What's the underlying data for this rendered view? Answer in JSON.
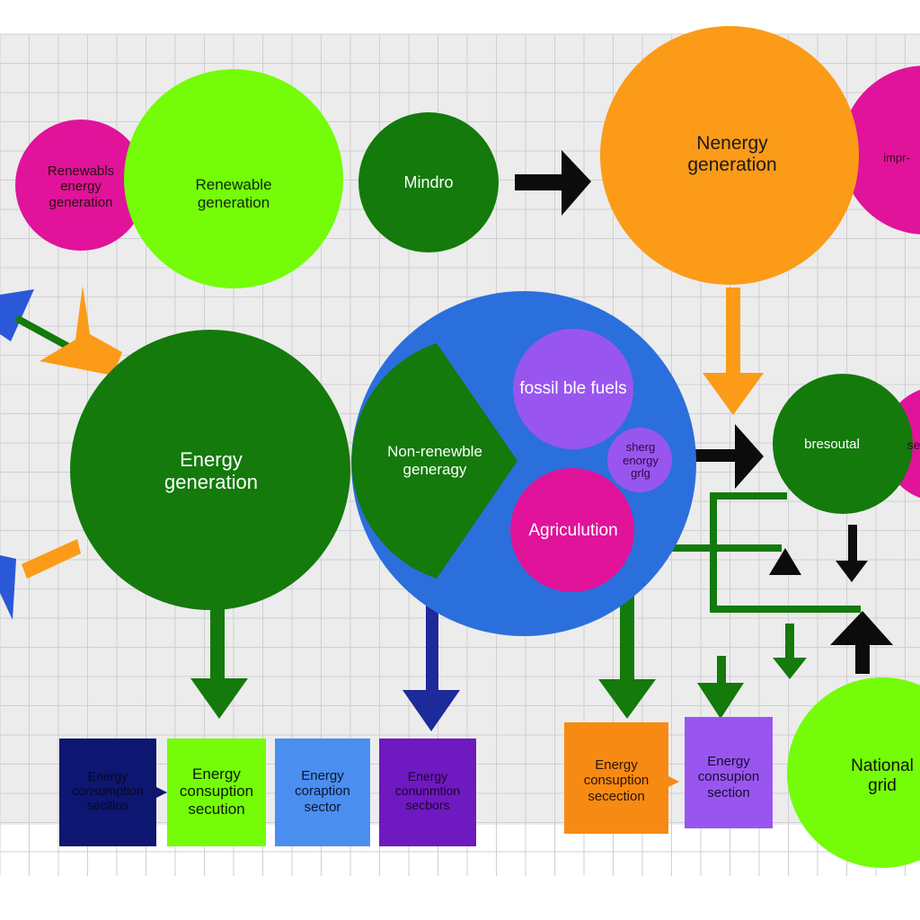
{
  "colors": {
    "magenta": "#e0139a",
    "lime": "#74fc09",
    "dark_green": "#137a0b",
    "orange": "#fb9b17",
    "blue": "#2b6fdc",
    "purple": "#9956ef",
    "navy": "#0d1670",
    "violet": "#6f19c0",
    "light_blue": "#4a8ef0",
    "dark_orange": "#f78a12",
    "grid_bg": "#ececec",
    "grid_line": "#cfcfd4"
  },
  "nodes": {
    "renewable_energy_generation": "Renewabls\nenergy\ngeneration",
    "renewable_generation": "Renewable\ngeneration",
    "mindro": "Mindro",
    "nenergy_generation": "Nenergy\ngeneration",
    "impr": "impr-",
    "energy_generation": "Energy\ngeneration",
    "non_renewable_generagy": "Non-renewble\ngeneragy",
    "fossil_fuels": "fossil ble fuels",
    "sherg_energy_grid": "sherg\nenorgy\ngrlg",
    "agriculution": "Agriculution",
    "bresoutal": "bresoutal",
    "se": "se",
    "national_grid": "National\ngrid"
  },
  "boxes": {
    "box1": "Energy\nconsumption\nsecitios",
    "box2": "Energy\nconsuption\nsecution",
    "box3": "Energy\ncoraption\nsector",
    "box4": "Energy\nconunmtion\nsecbors",
    "box5": "Energy\nconsuption\nsecection",
    "box6": "Energy\nconsupion\nsection"
  }
}
